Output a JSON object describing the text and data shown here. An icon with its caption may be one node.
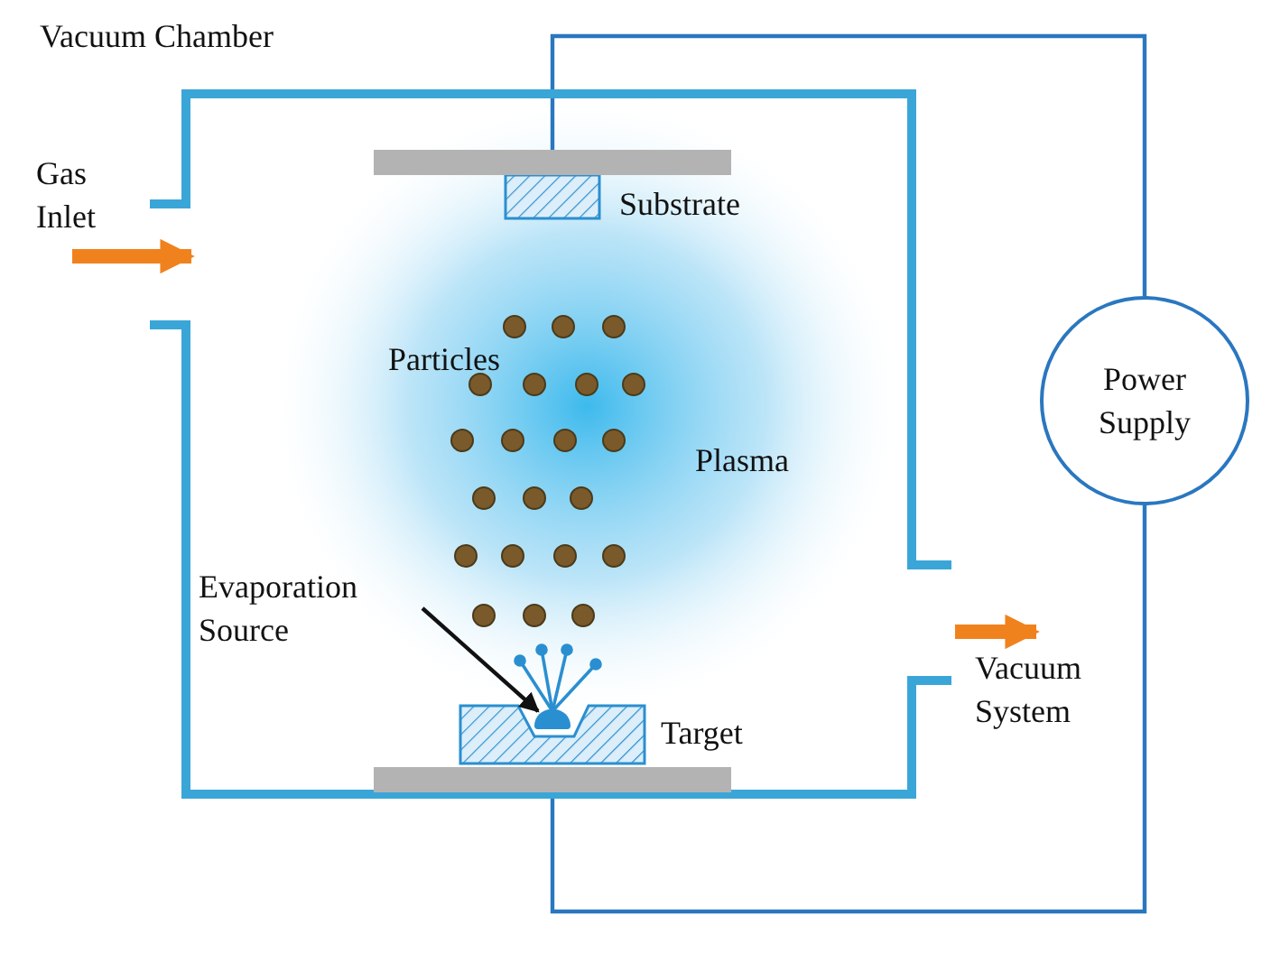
{
  "diagram": {
    "nodes": [
      {
        "text": [],
        "shape": "box"
      },
      {
        "text": [
          "Gas Inlet"
        ]
      },
      {
        "text": [
          "Vacuum System"
        ]
      },
      {
        "text": [
          "Power Supply"
        ]
      },
      {
        "text": [],
        "shape": "bar",
        "in": 0
      },
      {
        "text": [],
        "shape": "bar",
        "in": 0
      },
      {
        "text": [
          "Evaporation Source"
        ],
        "in": 0
      },
      {
        "text": [],
        "shape": "circle",
        "in": 0
      }
    ],
    "edges": [
      {
        "from": 1,
        "to": 0,
        "arrow": "to",
        "style": "thick",
        "color": "#f0821e"
      },
      {
        "from": 0,
        "to": 2,
        "arrow": "to",
        "style": "thick",
        "color": "#f0821e"
      },
      {
        "from": 3,
        "to": 4,
        "arrow": "none",
        "color": "#2a77c0"
      },
      {
        "from": 3,
        "to": 5,
        "arrow": "none",
        "color": "#2a77c0"
      },
      {
        "from": 6,
        "to": 7,
        "arrow": "to",
        "color": "#111111"
      }
    ],
    "labels": [
      "Vacuum Chamber",
      "Substrate",
      "Particles",
      "Plasma",
      "Target"
    ]
  }
}
